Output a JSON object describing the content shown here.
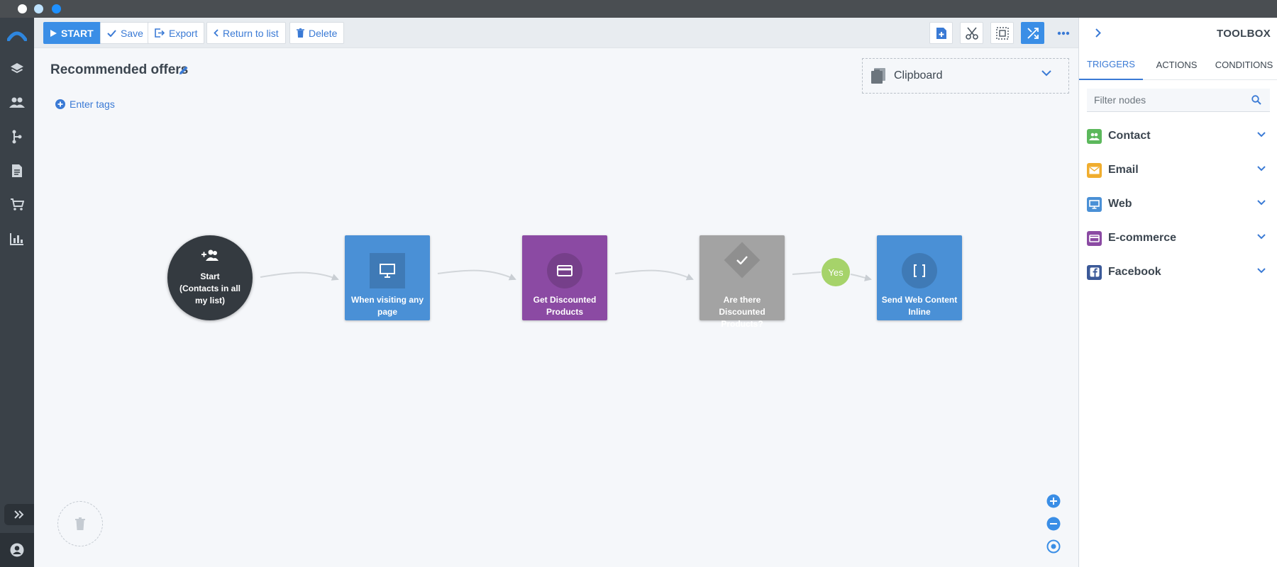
{
  "toolbar": {
    "start_label": "START",
    "save_label": "Save",
    "export_label": "Export",
    "return_label": "Return to list",
    "delete_label": "Delete"
  },
  "header": {
    "title": "Recommended offers",
    "tags_label": "Enter tags"
  },
  "clipboard": {
    "label": "Clipboard"
  },
  "flow": {
    "start": {
      "line1": "Start",
      "line2": "(Contacts in all my list)"
    },
    "nodes": [
      {
        "label": "When visiting any page",
        "color": "#4a90d6",
        "icon": "monitor-icon"
      },
      {
        "label": "Get Discounted Products",
        "color": "#8b4aa3",
        "icon": "card-icon"
      },
      {
        "label": "Are there Discounted Products?",
        "color": "#a3a3a3",
        "icon": "check-diamond-icon"
      },
      {
        "label": "Send Web Content Inline",
        "color": "#4a90d6",
        "icon": "brackets-icon"
      }
    ],
    "yes_label": "Yes"
  },
  "toolbox": {
    "title": "TOOLBOX",
    "tabs": [
      "TRIGGERS",
      "ACTIONS",
      "CONDITIONS"
    ],
    "active_tab": "TRIGGERS",
    "filter_placeholder": "Filter nodes",
    "categories": [
      {
        "label": "Contact",
        "color": "#5cb85c",
        "icon": "contacts-icon"
      },
      {
        "label": "Email",
        "color": "#f0ad2e",
        "icon": "envelope-icon"
      },
      {
        "label": "Web",
        "color": "#4a90d6",
        "icon": "monitor-icon"
      },
      {
        "label": "E-commerce",
        "color": "#8b4aa3",
        "icon": "card-icon"
      },
      {
        "label": "Facebook",
        "color": "#3b5998",
        "icon": "facebook-icon"
      }
    ]
  },
  "colors": {
    "accent": "#3a8ee6",
    "sidebar": "#3a4148",
    "yes_badge": "#a6d36a"
  }
}
